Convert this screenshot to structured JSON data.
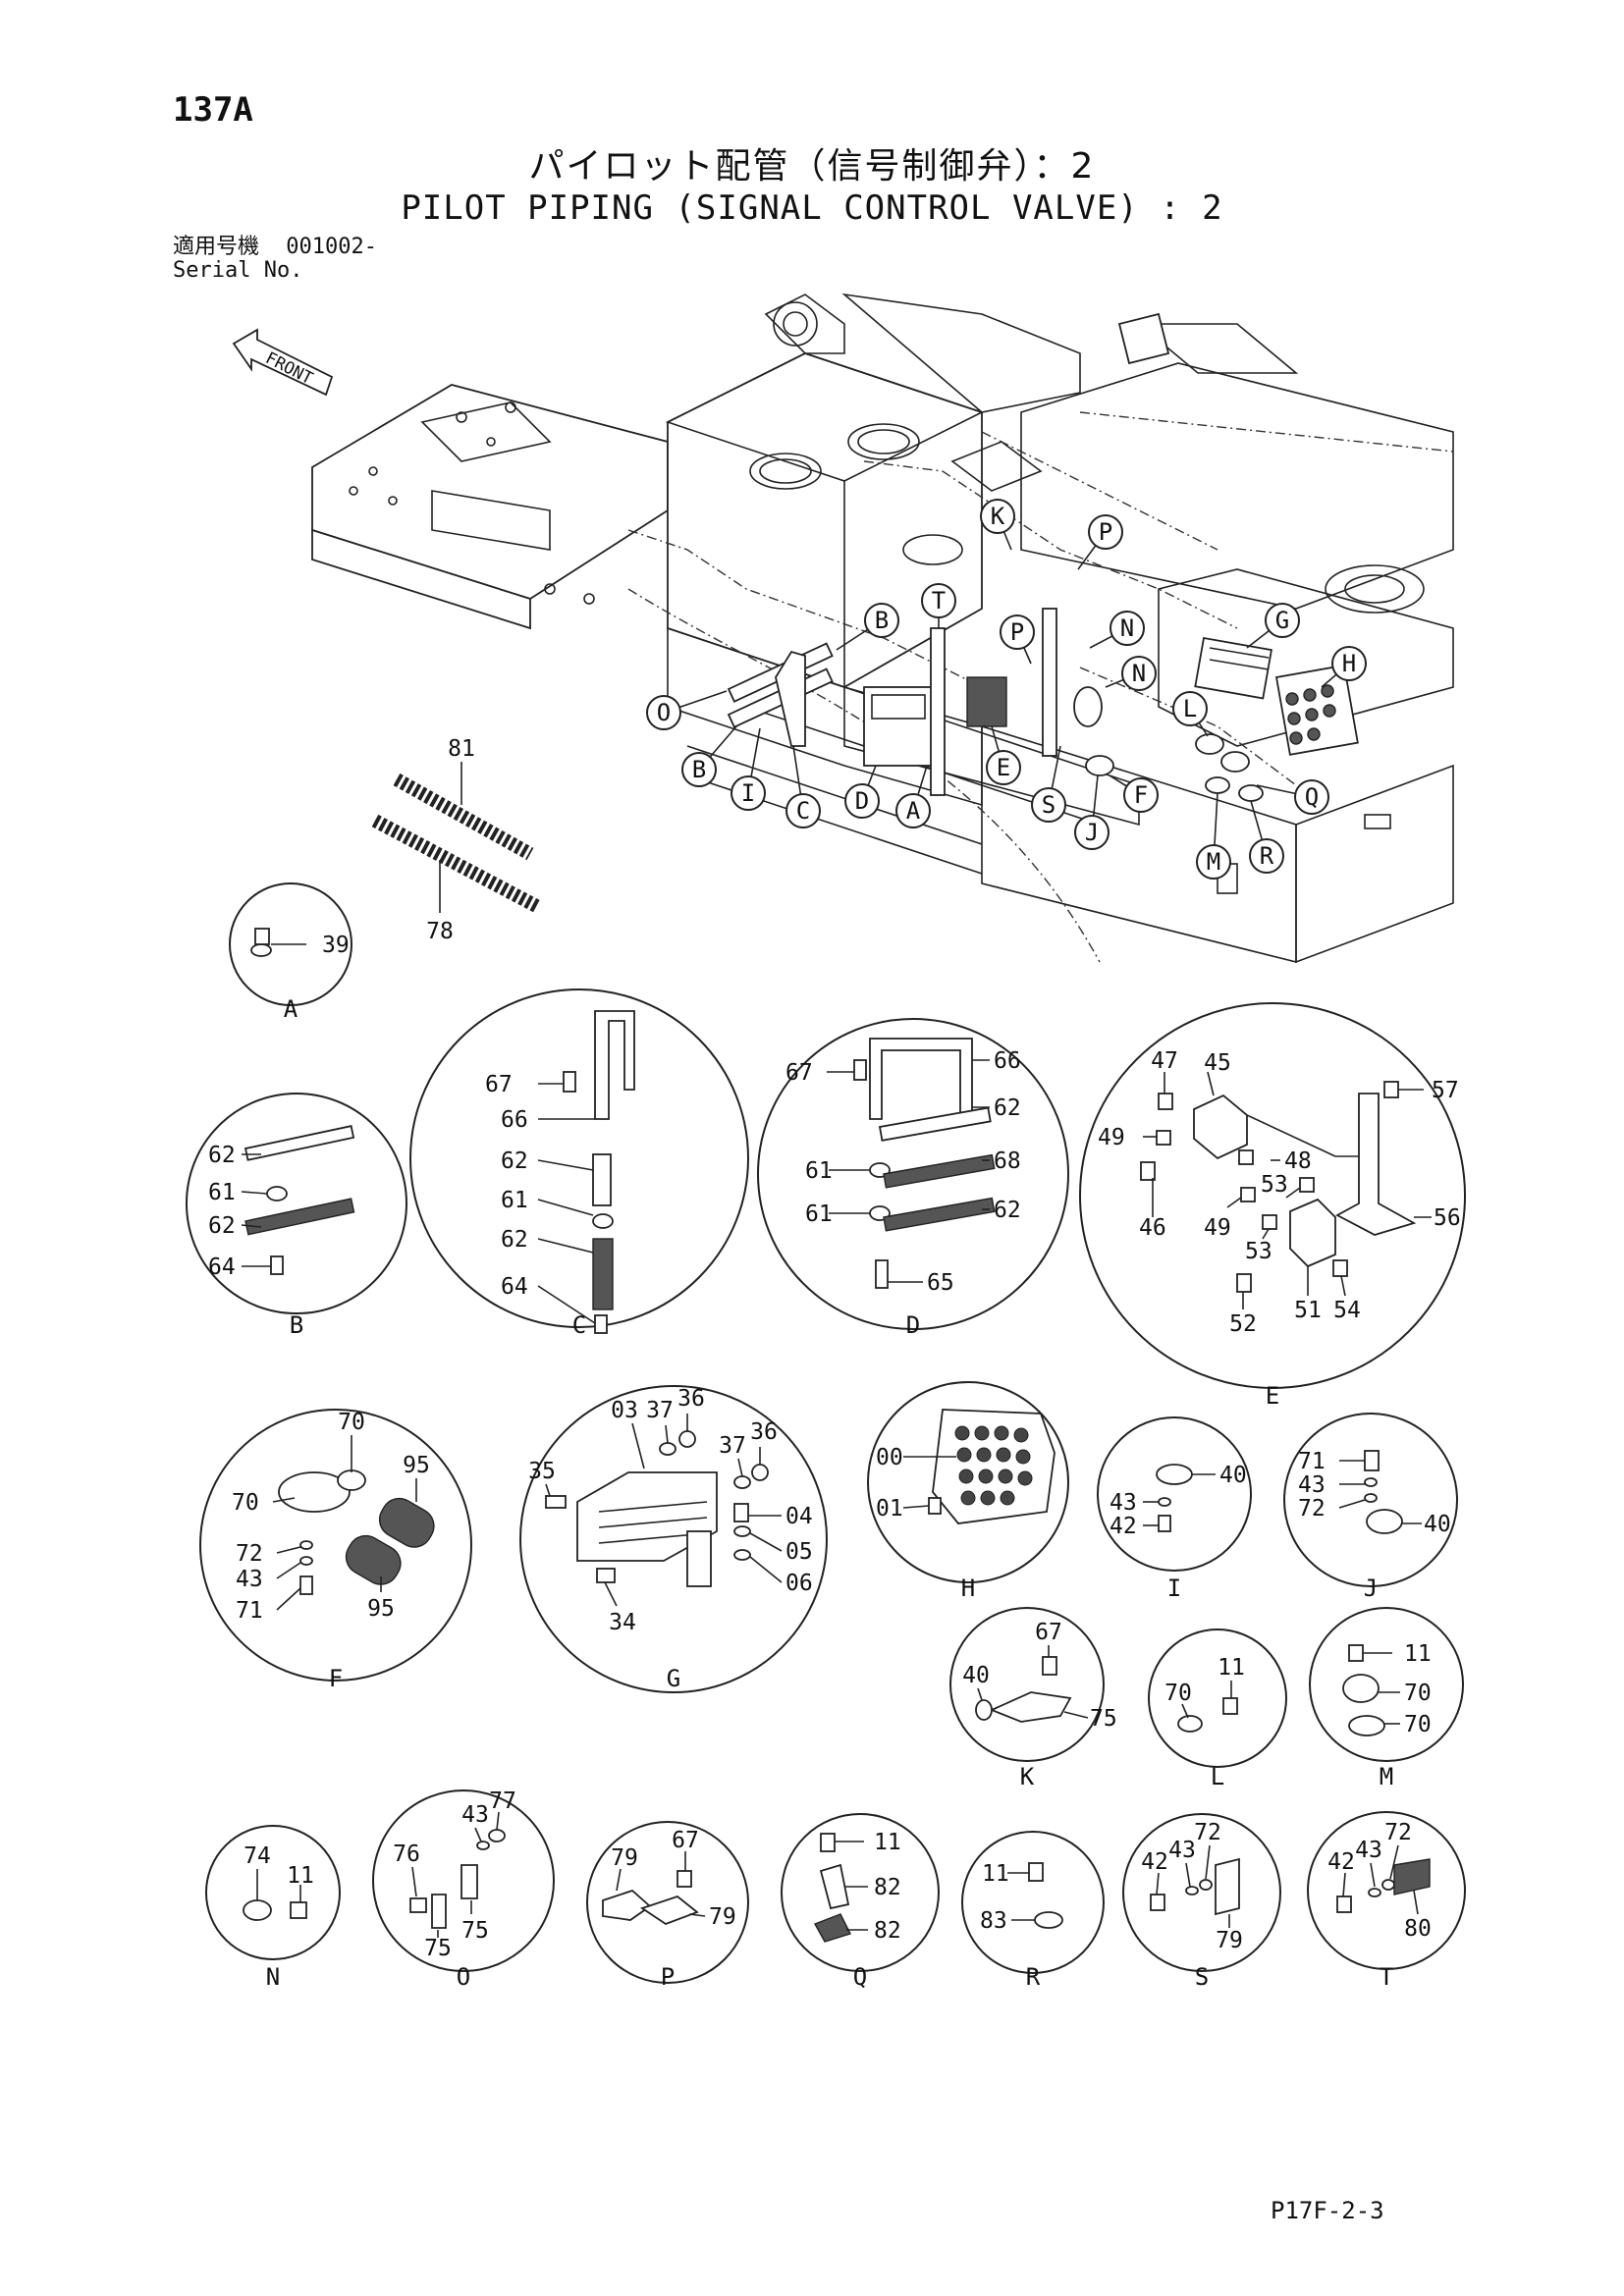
{
  "header": {
    "page_number": "137A",
    "title_jp": "パイロット配管（信号制御弁）：2",
    "title_en": "PILOT PIPING (SIGNAL CONTROL VALVE) : 2",
    "serial_label_jp": "適用号機",
    "serial_value": "001002-",
    "serial_label_en": "Serial No."
  },
  "front_label": "FRONT",
  "main_callouts": {
    "K": "K",
    "P1": "P",
    "P2": "P",
    "T": "T",
    "B1": "B",
    "B2": "B",
    "N1": "N",
    "N2": "N",
    "G": "G",
    "H": "H",
    "O": "O",
    "I": "I",
    "C": "C",
    "D": "D",
    "A": "A",
    "E": "E",
    "S": "S",
    "F": "F",
    "J": "J",
    "L": "L",
    "Q": "Q",
    "M": "M",
    "R": "R"
  },
  "hoses": {
    "upper": "81",
    "lower": "78"
  },
  "details": {
    "A": {
      "label": "A",
      "parts": [
        "39"
      ]
    },
    "B": {
      "label": "B",
      "parts": [
        "62",
        "61",
        "62",
        "64"
      ]
    },
    "C": {
      "label": "C",
      "parts": [
        "67",
        "66",
        "62",
        "61",
        "62",
        "64"
      ]
    },
    "D": {
      "label": "D",
      "parts": [
        "67",
        "66",
        "62",
        "61",
        "68",
        "61",
        "62",
        "65"
      ]
    },
    "E": {
      "label": "E",
      "parts": [
        "47",
        "45",
        "49",
        "57",
        "48",
        "53",
        "46",
        "49",
        "53",
        "56",
        "52",
        "51",
        "54"
      ]
    },
    "F": {
      "label": "F",
      "parts": [
        "70",
        "70",
        "95",
        "72",
        "43",
        "95",
        "71"
      ]
    },
    "G": {
      "label": "G",
      "parts": [
        "03",
        "37",
        "36",
        "37",
        "36",
        "35",
        "04",
        "05",
        "06",
        "34"
      ]
    },
    "H": {
      "label": "H",
      "parts": [
        "00",
        "01"
      ]
    },
    "I": {
      "label": "I",
      "parts": [
        "40",
        "43",
        "42"
      ]
    },
    "J": {
      "label": "J",
      "parts": [
        "71",
        "43",
        "72",
        "40"
      ]
    },
    "K": {
      "label": "K",
      "parts": [
        "67",
        "40",
        "75"
      ]
    },
    "L": {
      "label": "L",
      "parts": [
        "11",
        "70"
      ]
    },
    "M": {
      "label": "M",
      "parts": [
        "11",
        "70",
        "70"
      ]
    },
    "N": {
      "label": "N",
      "parts": [
        "74",
        "11"
      ]
    },
    "O": {
      "label": "O",
      "parts": [
        "77",
        "43",
        "76",
        "75",
        "75"
      ]
    },
    "P": {
      "label": "P",
      "parts": [
        "67",
        "79",
        "79"
      ]
    },
    "Q": {
      "label": "Q",
      "parts": [
        "11",
        "82",
        "82"
      ]
    },
    "R": {
      "label": "R",
      "parts": [
        "11",
        "83"
      ]
    },
    "S": {
      "label": "S",
      "parts": [
        "72",
        "43",
        "42",
        "79"
      ]
    },
    "T": {
      "label": "T",
      "parts": [
        "72",
        "43",
        "42",
        "80"
      ]
    }
  },
  "footer": {
    "code": "P17F-2-3"
  }
}
